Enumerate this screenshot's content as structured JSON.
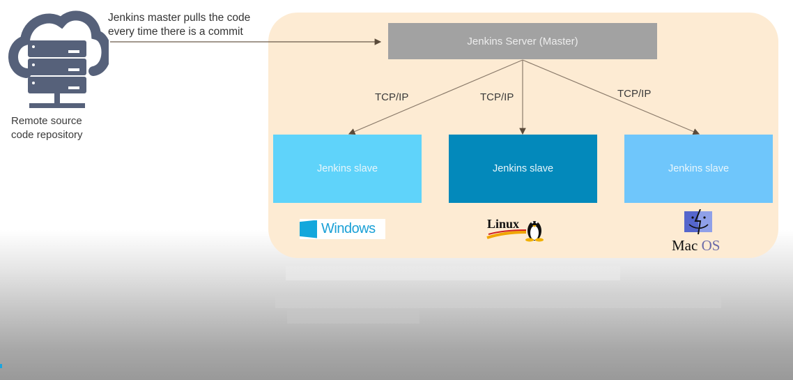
{
  "diagram": {
    "repository": {
      "icon": "cloud-server-icon",
      "label_line1": "Remote source",
      "label_line2": "code repository"
    },
    "pull_note": {
      "line1": "Jenkins master pulls the code",
      "line2": "every time there is a commit"
    },
    "master": {
      "label": "Jenkins Server (Master)",
      "color": "#a2a2a2"
    },
    "connections": [
      {
        "label": "TCP/IP",
        "target": "slave-windows"
      },
      {
        "label": "TCP/IP",
        "target": "slave-linux"
      },
      {
        "label": "TCP/IP",
        "target": "slave-mac"
      }
    ],
    "slaves": [
      {
        "label": "Jenkins slave",
        "os": "Windows",
        "color": "#5fd3fa"
      },
      {
        "label": "Jenkins slave",
        "os": "Linux",
        "color": "#0389bb"
      },
      {
        "label": "Jenkins slave",
        "os": "Mac OS",
        "color": "#6fc6fb"
      }
    ],
    "os_logos": {
      "windows": "Windows",
      "linux": "Linux",
      "mac_word1": "Mac",
      "mac_word2": "OS"
    },
    "panel_color": "#fdebd3"
  }
}
